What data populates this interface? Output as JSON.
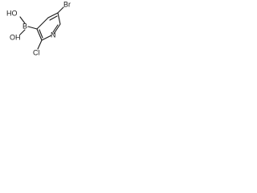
{
  "molecule": {
    "atoms": {
      "bromine": "Br",
      "boron": "B",
      "hydroxyl_top": "HO",
      "hydroxyl_bottom": "OH",
      "nitrogen": "N",
      "chlorine": "Cl"
    }
  },
  "colors": {
    "bond": "#1a1a1a",
    "label": "#1a1a1a",
    "background": "#ffffff"
  }
}
